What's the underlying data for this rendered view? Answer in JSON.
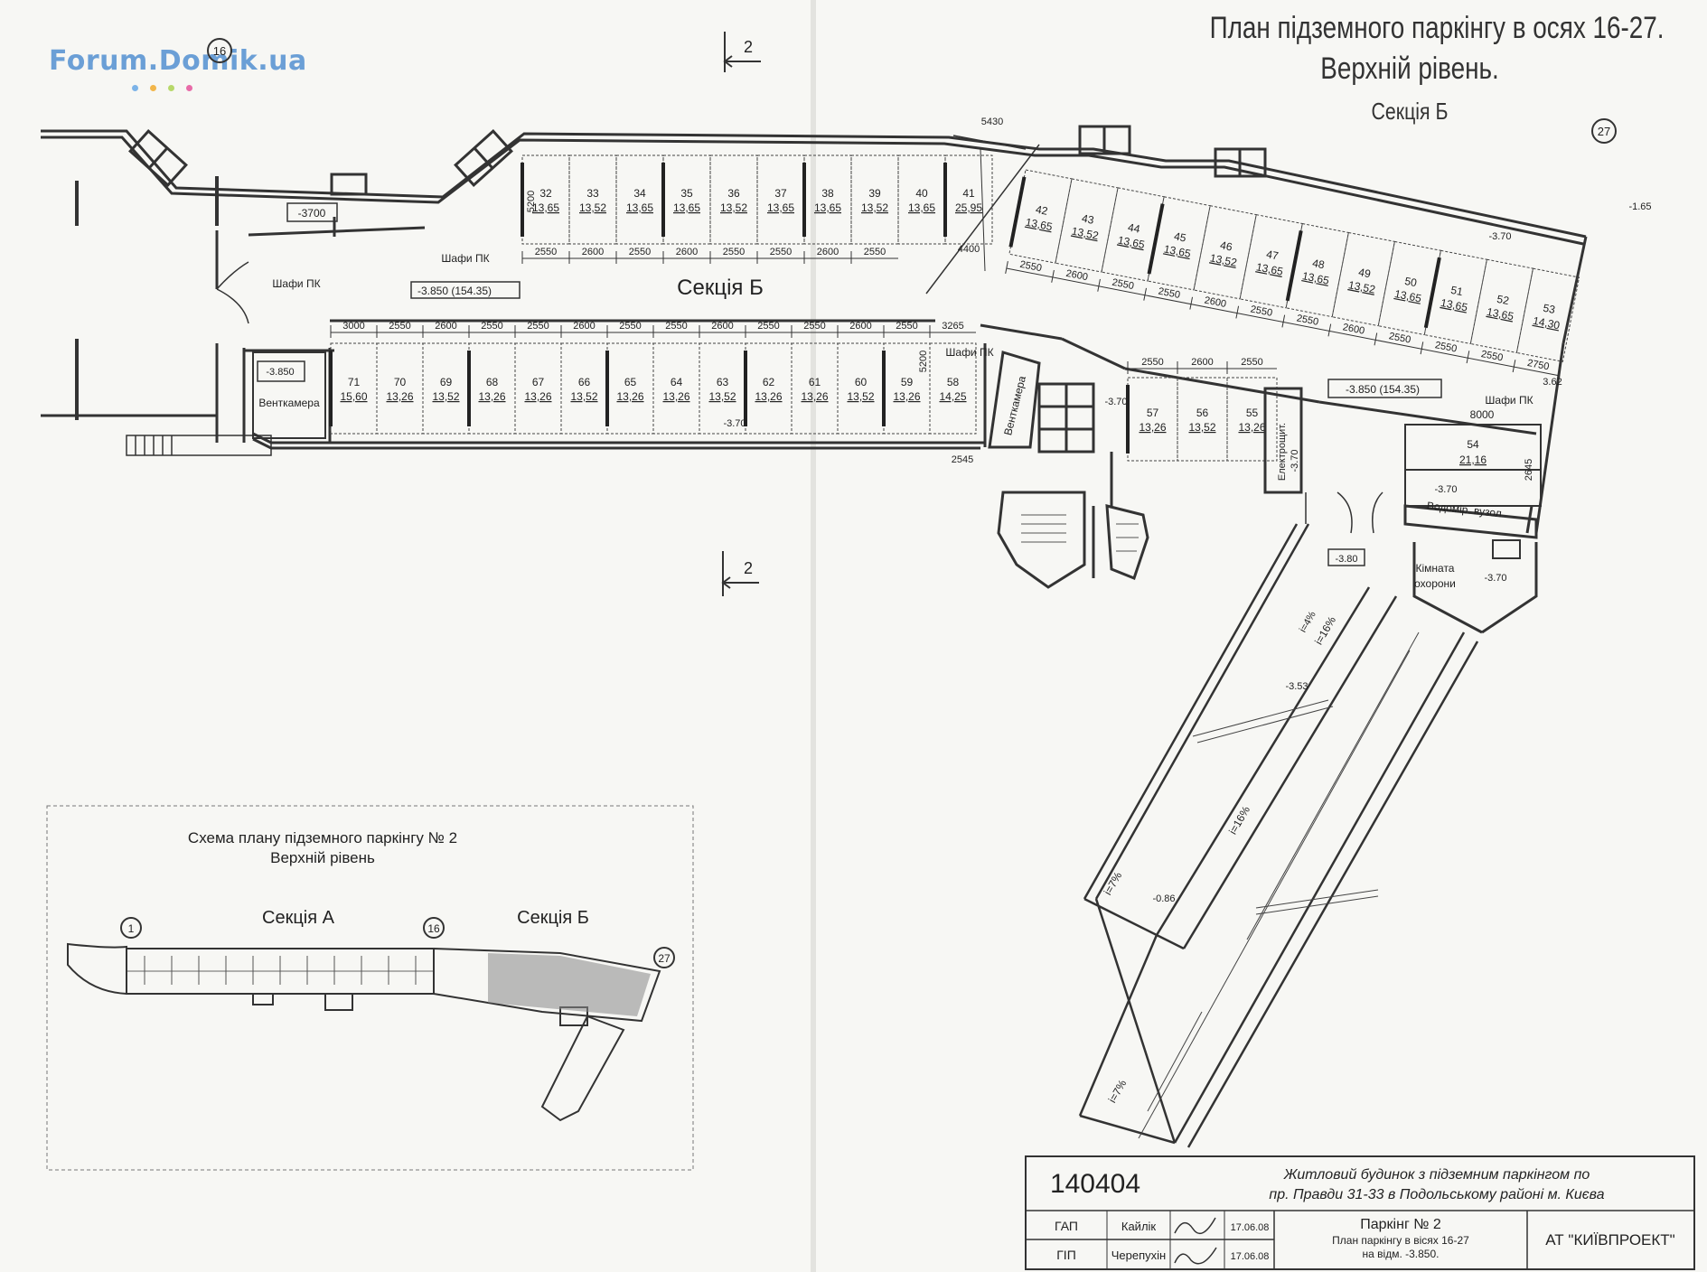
{
  "watermark": {
    "text": "Forum.Domik.ua",
    "dot_colors": [
      "#7cb3e8",
      "#f2b64a",
      "#b7d86a",
      "#e86ba8"
    ]
  },
  "title": {
    "line1": "План підземного паркінгу в осях 16-27.",
    "line2": "Верхній рівень.",
    "line3": "Секція Б"
  },
  "plan": {
    "axis_left": "16",
    "axis_right": "27",
    "section_marks": [
      "2",
      "2"
    ],
    "section_label": "Секція Б",
    "upper_spots": [
      {
        "n": "32",
        "a": "13,65"
      },
      {
        "n": "33",
        "a": "13,52"
      },
      {
        "n": "34",
        "a": "13,65"
      },
      {
        "n": "35",
        "a": "13,65"
      },
      {
        "n": "36",
        "a": "13,52"
      },
      {
        "n": "37",
        "a": "13,65"
      },
      {
        "n": "38",
        "a": "13,65"
      },
      {
        "n": "39",
        "a": "13,52"
      },
      {
        "n": "40",
        "a": "13,65"
      },
      {
        "n": "41",
        "a": "25,95"
      }
    ],
    "upper_dims": [
      "2550",
      "2600",
      "2550",
      "2600",
      "2550",
      "2550",
      "2600",
      "2550"
    ],
    "upper_dim_overall": "5430",
    "upper_dim_small": "4400",
    "right_spots": [
      {
        "n": "42",
        "a": "13,65"
      },
      {
        "n": "43",
        "a": "13,52"
      },
      {
        "n": "44",
        "a": "13,65"
      },
      {
        "n": "45",
        "a": "13,65"
      },
      {
        "n": "46",
        "a": "13,52"
      },
      {
        "n": "47",
        "a": "13,65"
      },
      {
        "n": "48",
        "a": "13,65"
      },
      {
        "n": "49",
        "a": "13,52"
      },
      {
        "n": "50",
        "a": "13,65"
      },
      {
        "n": "51",
        "a": "13,65"
      },
      {
        "n": "52",
        "a": "13,65"
      },
      {
        "n": "53",
        "a": "14,30"
      }
    ],
    "right_dims": [
      "2550",
      "2600",
      "2550",
      "2550",
      "2600",
      "2550",
      "2550",
      "2600",
      "2550",
      "2550",
      "2550",
      "2750"
    ],
    "lower_spots": [
      {
        "n": "71",
        "a": "15,60"
      },
      {
        "n": "70",
        "a": "13,26"
      },
      {
        "n": "69",
        "a": "13,52"
      },
      {
        "n": "68",
        "a": "13,26"
      },
      {
        "n": "67",
        "a": "13,26"
      },
      {
        "n": "66",
        "a": "13,52"
      },
      {
        "n": "65",
        "a": "13,26"
      },
      {
        "n": "64",
        "a": "13,26"
      },
      {
        "n": "63",
        "a": "13,52"
      },
      {
        "n": "62",
        "a": "13,26"
      },
      {
        "n": "61",
        "a": "13,26"
      },
      {
        "n": "60",
        "a": "13,52"
      },
      {
        "n": "59",
        "a": "13,26"
      },
      {
        "n": "58",
        "a": "14,25"
      }
    ],
    "lower_dims": [
      "3000",
      "2550",
      "2600",
      "2550",
      "2550",
      "2600",
      "2550",
      "2550",
      "2600",
      "2550",
      "2550",
      "2600",
      "2550",
      "3265"
    ],
    "inner_spots": [
      {
        "n": "57",
        "a": "13,26"
      },
      {
        "n": "56",
        "a": "13,52"
      },
      {
        "n": "55",
        "a": "13,26"
      }
    ],
    "inner_dims": [
      "2550",
      "2600",
      "2550"
    ],
    "spot54": {
      "n": "54",
      "a": "21,16"
    },
    "dim_5200": "5200",
    "dim_2545": "2545",
    "dim_8000": "8000",
    "dim_2645": "2645",
    "labels": {
      "ventkamera": "Венткамера",
      "shafy_pk": "Шафи ПК",
      "elektroshch": "Електрощит.",
      "vodomir": "Водомір. вузол",
      "kimnata": "Кімната",
      "okhorony": "охорони"
    },
    "levels": {
      "l3700": "-3700",
      "l3850": "-3.850",
      "l3850_154": "-3.850 (154.35)",
      "l370": "-3.70",
      "l380": "-3.80",
      "l353": "-3.53",
      "l086": "-0.86",
      "l165": "-1.65",
      "l362": "3.62"
    },
    "slopes": [
      "i=16%",
      "i=16%",
      "i=7%",
      "i=7%",
      "i=4%"
    ]
  },
  "scheme": {
    "title1": "Схема плану підземного паркінгу № 2",
    "title2": "Верхній рівень",
    "section_a": "Секція   А",
    "section_b": "Секція   Б",
    "axes": [
      "1",
      "16",
      "27"
    ]
  },
  "stamp": {
    "number": "140404",
    "desc1": "Житловий будинок з підземним паркінгом по",
    "desc2": "пр. Правди 31-33 в   Подольському районі м. Києва",
    "role1": "ГАП",
    "role2": "ГІП",
    "name1": "Кайлік",
    "name2": "Черепухін",
    "date1": "17.06.08",
    "date2": "17.06.08",
    "sheet1": "Паркінг № 2",
    "sheet2": "План  паркінгу в вісях  16-27",
    "sheet3": "на  відм. -3.850.",
    "org": "АТ \"КИЇВПРОЕКТ\""
  }
}
